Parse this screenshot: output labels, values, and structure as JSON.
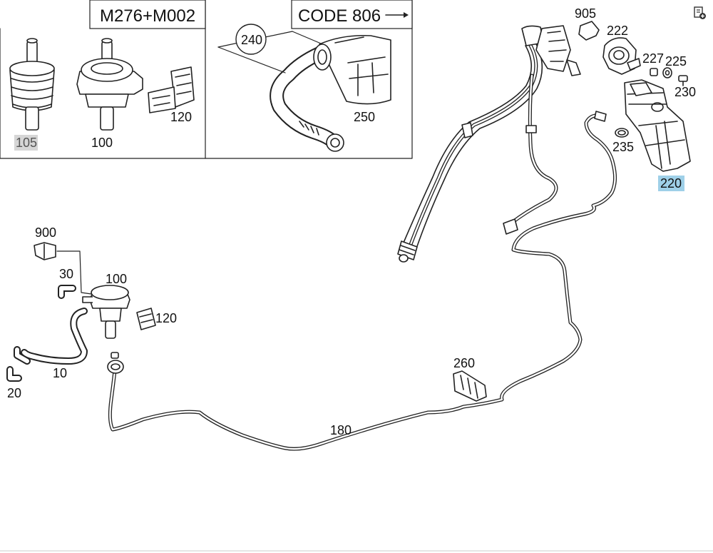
{
  "insets": {
    "variant_box_title": "M276+M002",
    "code_box_title": "CODE 806",
    "code_box_arrow": "→"
  },
  "labels": {
    "p105": "105",
    "p100_inset": "100",
    "p120_inset": "120",
    "p240": "240",
    "p250": "250",
    "p905": "905",
    "p222": "222",
    "p227": "227",
    "p225": "225",
    "p230": "230",
    "p235": "235",
    "p220": "220",
    "p900": "900",
    "p30": "30",
    "p100": "100",
    "p120": "120",
    "p10": "10",
    "p20": "20",
    "p260": "260",
    "p180": "180"
  },
  "highlight": {
    "selected_part": "220",
    "dimmed_part": "105",
    "selected_color": "#9fd0e8",
    "dimmed_color": "#d6d6d6"
  },
  "icons": {
    "corner": "add-to-notes-icon"
  }
}
